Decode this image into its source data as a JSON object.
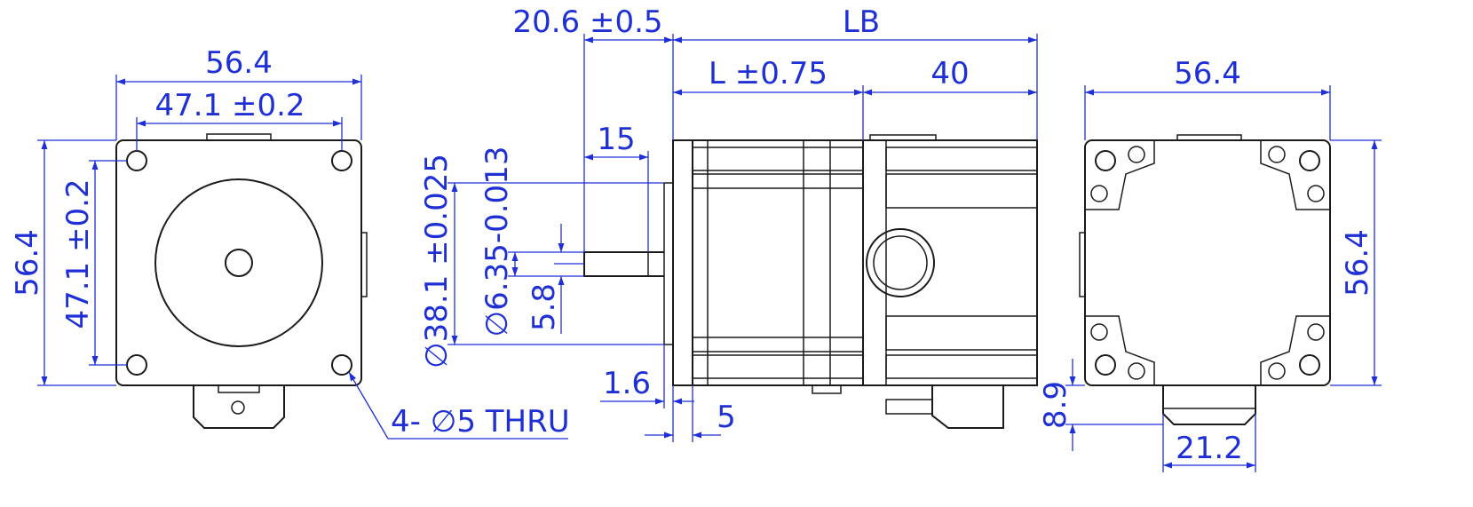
{
  "colors": {
    "dimension": "#1f2fd6",
    "part": "#1a1a1a",
    "background": "#ffffff"
  },
  "front_view": {
    "width_overall": "56.4",
    "hole_spacing_h": "47.1 ±0.2",
    "height_overall": "56.4",
    "hole_spacing_v": "47.1 ±0.2",
    "hole_callout": "4- ∅5 THRU"
  },
  "side_view": {
    "shaft_length": "20.6 ±0.5",
    "body_length": "LB",
    "motor_length": "L ±0.75",
    "encoder_length": "40",
    "flat_length": "15",
    "pilot_diameter": "∅38.1 ±0.025",
    "shaft_diameter": "∅6.35-0.013",
    "flat_depth": "5.8",
    "pilot_depth": "1.6",
    "flange_thickness": "5"
  },
  "rear_view": {
    "width_overall": "56.4",
    "height_overall": "56.4",
    "connector_height": "8.9",
    "connector_width": "21.2"
  }
}
